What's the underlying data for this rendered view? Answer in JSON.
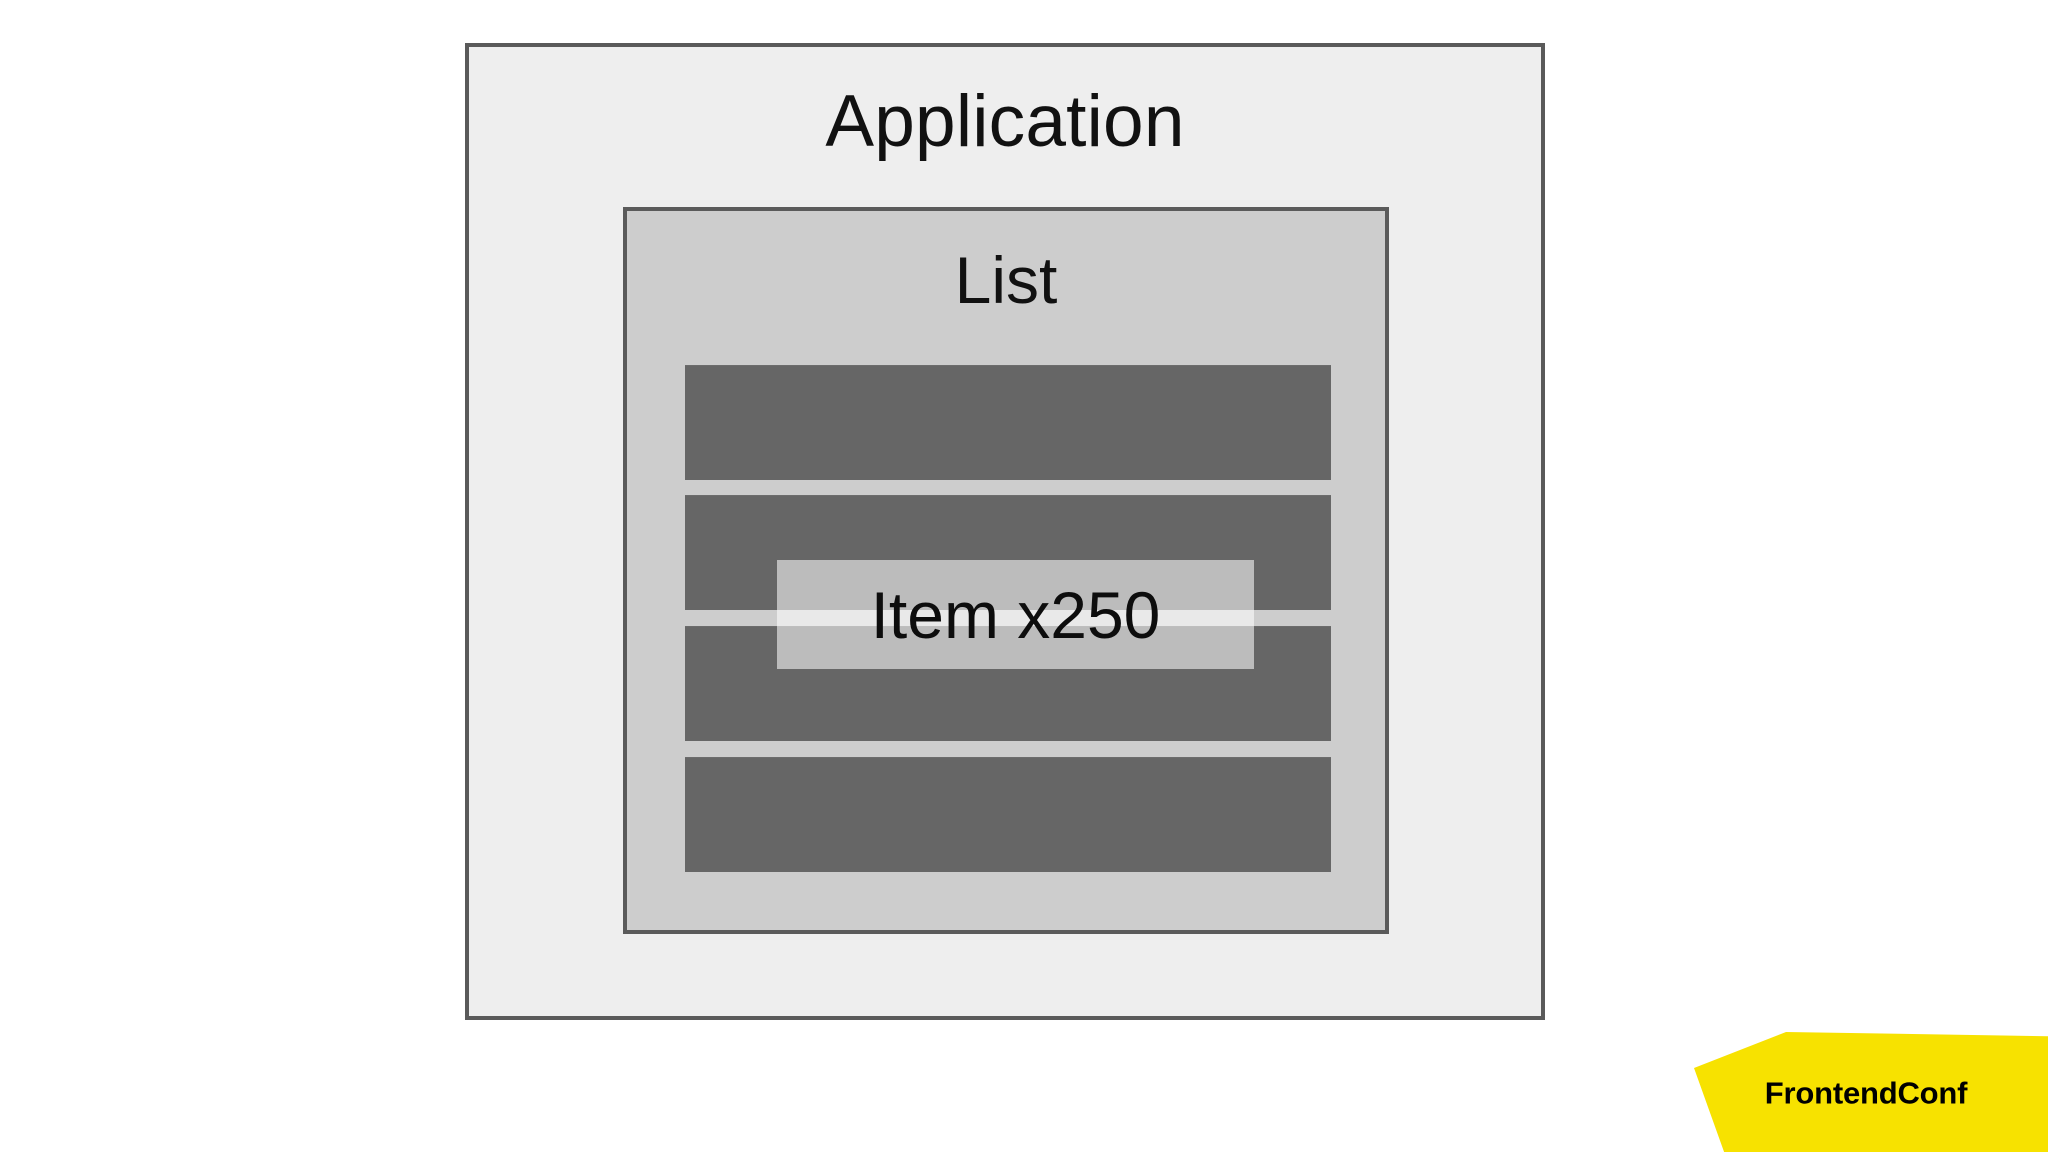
{
  "slide": {
    "background_color": "#ffffff",
    "kind": "nested-box-diagram"
  },
  "diagram": {
    "outer": {
      "title": "Application",
      "fill_color": "#eeeeee",
      "border_color": "#5a5a5a"
    },
    "inner": {
      "title": "List",
      "fill_color": "#cdcdcd",
      "border_color": "#5a5a5a"
    },
    "items": {
      "overlay_label": "Item x250",
      "bar_color": "#666666",
      "bar_count": 4,
      "bars": [
        {
          "label": ""
        },
        {
          "label": ""
        },
        {
          "label": ""
        },
        {
          "label": ""
        }
      ]
    }
  },
  "branding": {
    "logo_text": "FrontendConf",
    "logo_color": "#f7e200",
    "logo_text_color": "#000000"
  }
}
